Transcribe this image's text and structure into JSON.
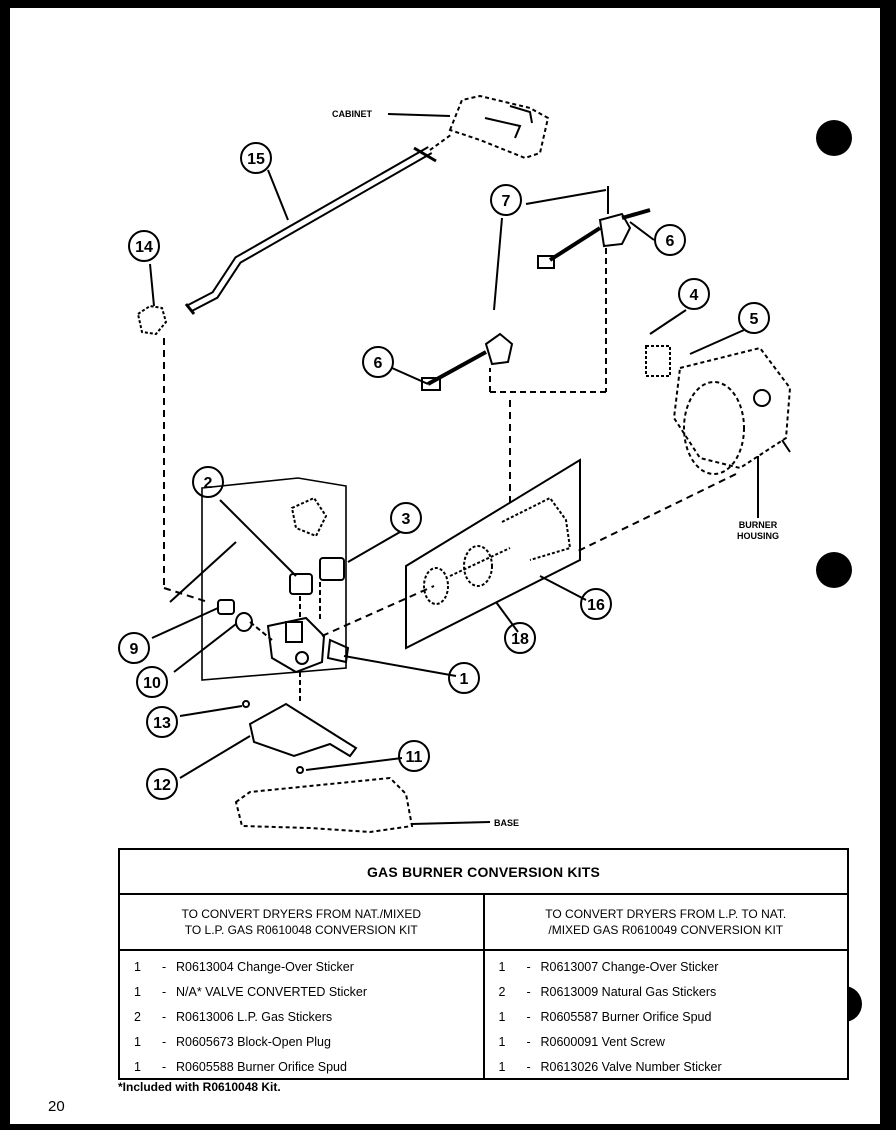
{
  "labels": {
    "cabinet": "CABINET",
    "burner_housing_line1": "BURNER",
    "burner_housing_line2": "HOUSING",
    "base": "BASE"
  },
  "callouts": [
    "1",
    "2",
    "3",
    "4",
    "5",
    "6",
    "6",
    "7",
    "9",
    "10",
    "11",
    "12",
    "13",
    "14",
    "15",
    "16",
    "18"
  ],
  "table": {
    "title": "GAS BURNER CONVERSION KITS",
    "left": {
      "heading_line1": "TO CONVERT DRYERS FROM  NAT./MIXED",
      "heading_line2": "TO L.P. GAS R0610048 CONVERSION KIT",
      "items": [
        {
          "qty": "1",
          "text": "R0613004  Change-Over Sticker"
        },
        {
          "qty": "1",
          "text": "N/A* VALVE CONVERTED Sticker"
        },
        {
          "qty": "2",
          "text": "R0613006  L.P. Gas Stickers"
        },
        {
          "qty": "1",
          "text": "R0605673  Block-Open Plug"
        },
        {
          "qty": "1",
          "text": "R0605588 Burner Orifice Spud"
        }
      ]
    },
    "right": {
      "heading_line1": "TO CONVERT DRYERS FROM L.P. TO NAT.",
      "heading_line2": "/MIXED GAS R0610049 CONVERSION KIT",
      "items": [
        {
          "qty": "1",
          "text": "R0613007 Change-Over Sticker"
        },
        {
          "qty": "2",
          "text": "R0613009 Natural Gas Stickers"
        },
        {
          "qty": "1",
          "text": "R0605587 Burner Orifice Spud"
        },
        {
          "qty": "1",
          "text": "R0600091 Vent Screw"
        },
        {
          "qty": "1",
          "text": "R0613026 Valve Number Sticker"
        }
      ]
    }
  },
  "footnote": "*Included with R0610048 Kit.",
  "page_number": "20"
}
